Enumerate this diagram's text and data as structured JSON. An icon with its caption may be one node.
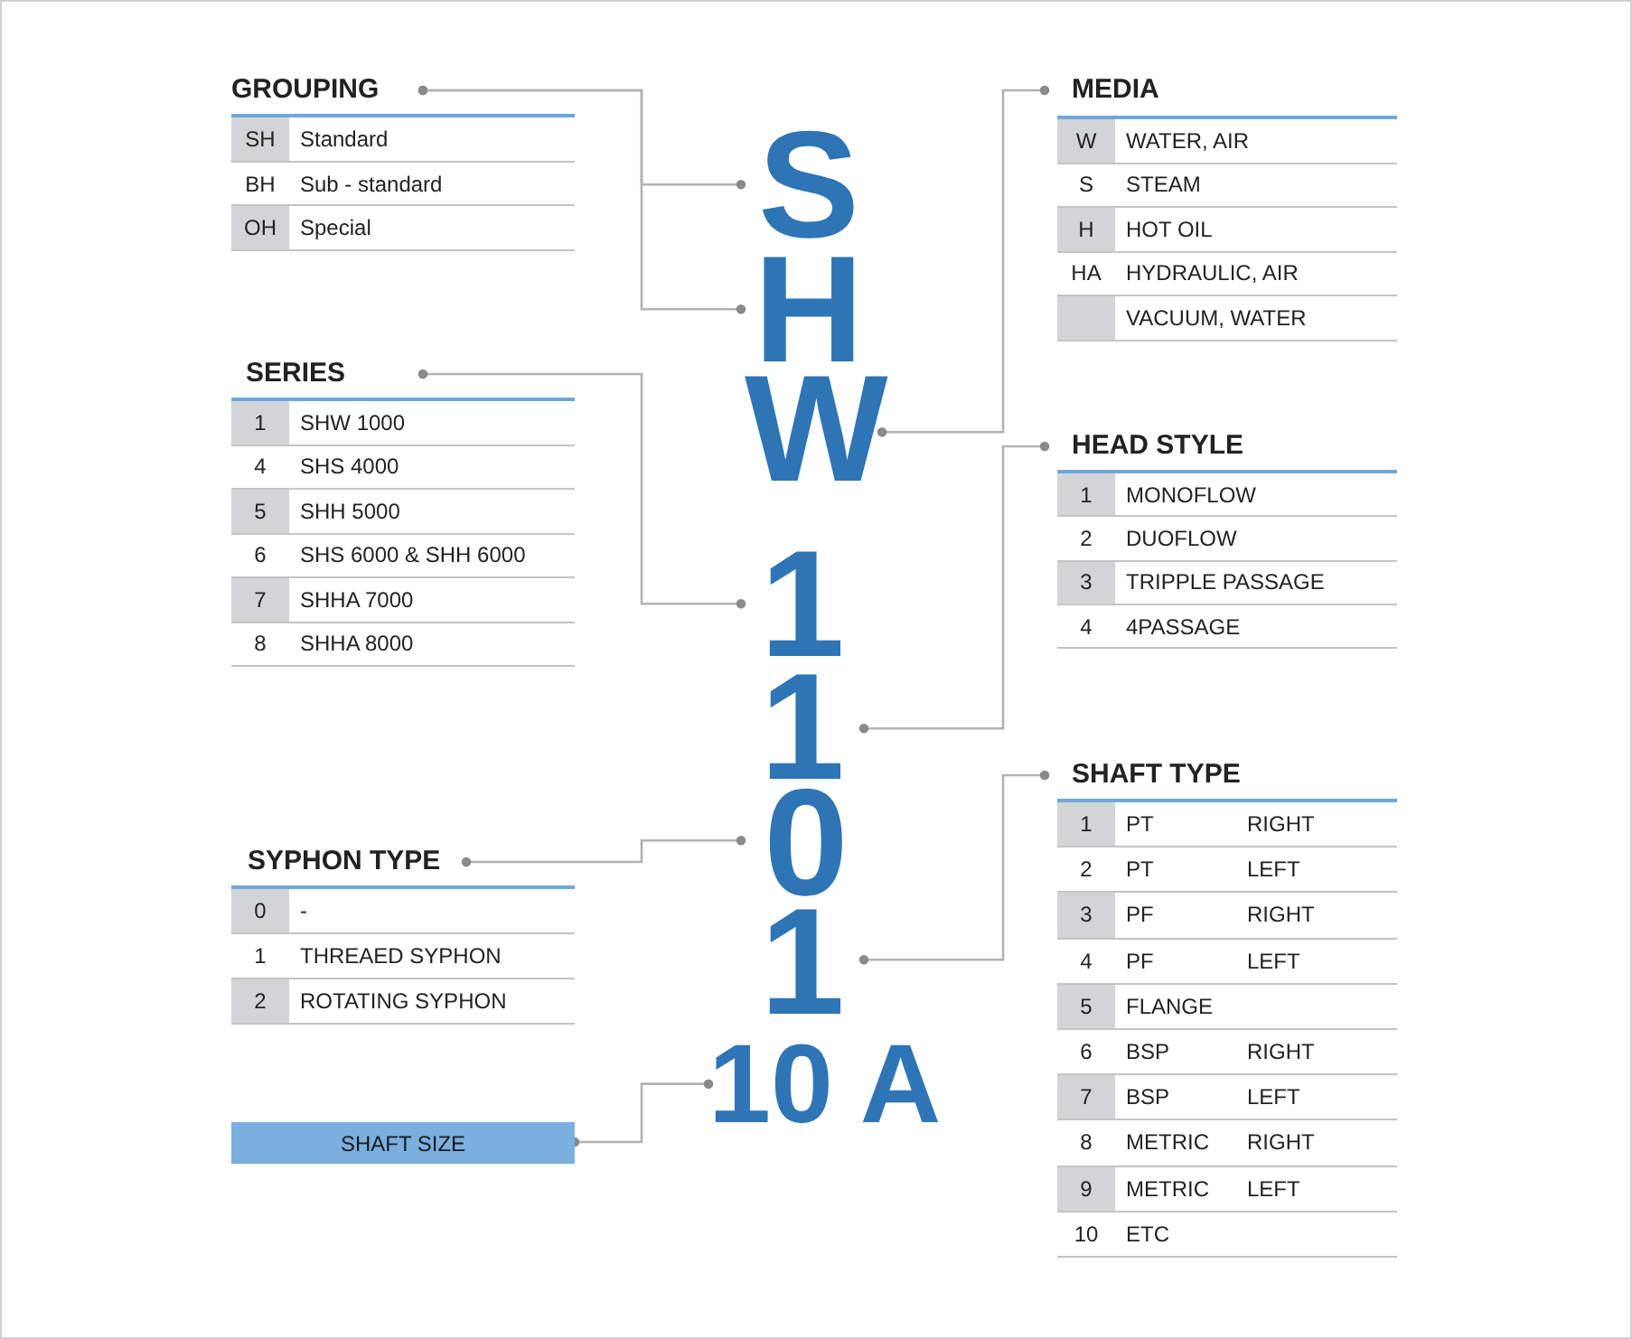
{
  "diagram": {
    "nodes": [
      {
        "text": [
          "GROUPING"
        ]
      },
      {
        "text": [
          "SERIES"
        ]
      },
      {
        "text": [
          "SYPHON TYPE"
        ]
      },
      {
        "text": [
          "SHAFT SIZE"
        ]
      },
      {
        "text": [
          "MEDIA"
        ]
      },
      {
        "text": [
          "HEAD STYLE"
        ]
      },
      {
        "text": [
          "SHAFT TYPE"
        ]
      },
      {
        "text": [
          "S"
        ]
      },
      {
        "text": [
          "H"
        ]
      },
      {
        "text": [
          "W"
        ]
      },
      {
        "text": [
          "1"
        ]
      },
      {
        "text": [
          "1"
        ]
      },
      {
        "text": [
          "0"
        ]
      },
      {
        "text": [
          "1"
        ]
      },
      {
        "text": [
          "10 A"
        ]
      }
    ],
    "edges": [
      {
        "from": 0,
        "to": 7,
        "arrow": "other"
      },
      {
        "from": 0,
        "to": 8,
        "arrow": "other"
      },
      {
        "from": 1,
        "to": 10,
        "arrow": "other"
      },
      {
        "from": 2,
        "to": 12,
        "arrow": "other"
      },
      {
        "from": 3,
        "to": 14,
        "arrow": "other"
      },
      {
        "from": 4,
        "to": 9,
        "arrow": "other"
      },
      {
        "from": 5,
        "to": 11,
        "arrow": "other"
      },
      {
        "from": 6,
        "to": 13,
        "arrow": "other"
      }
    ],
    "labels": [
      "SH",
      "Standard",
      "BH",
      "Sub - standard",
      "OH",
      "Special",
      "1",
      "SHW 1000",
      "4",
      "SHS 4000",
      "5",
      "SHH 5000",
      "6",
      "SHS 6000 & SHH 6000",
      "7",
      "SHHA 7000",
      "8",
      "SHHA 8000",
      "0",
      "-",
      "1",
      "THREAED SYPHON",
      "2",
      "ROTATING SYPHON",
      "W",
      "WATER, AIR",
      "S",
      "STEAM",
      "H",
      "HOT OIL",
      "HA",
      "HYDRAULIC, AIR",
      "VACUUM, WATER",
      "1",
      "MONOFLOW",
      "2",
      "DUOFLOW",
      "3",
      "TRIPPLE PASSAGE",
      "4",
      "4PASSAGE",
      "1",
      "PT",
      "RIGHT",
      "2",
      "PT",
      "LEFT",
      "3",
      "PF",
      "RIGHT",
      "4",
      "PF",
      "LEFT",
      "5",
      "FLANGE",
      "6",
      "BSP",
      "RIGHT",
      "7",
      "BSP",
      "LEFT",
      "8",
      "METRIC",
      "RIGHT",
      "9",
      "METRIC",
      "LEFT",
      "10",
      "ETC"
    ]
  }
}
